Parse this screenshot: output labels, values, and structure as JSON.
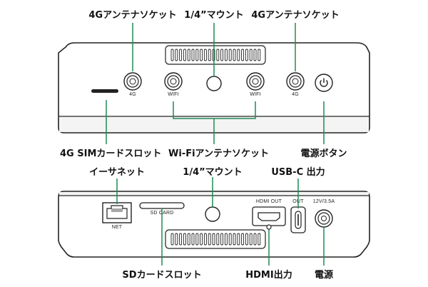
{
  "top_panel": {
    "callouts": {
      "antenna_4g_left": "4Gアンテナソケット",
      "mount_top": "1/4”マウント",
      "antenna_4g_right": "4Gアンテナソケット",
      "sim_slot": "4G SIMカードスロット",
      "wifi_antennas": "Wi-Fiアンテナソケット",
      "power_button": "電源ボタン"
    },
    "port_labels": {
      "left_4g": "4G",
      "wifi_left": "WIFI",
      "wifi_right": "WIFI",
      "right_4g": "4G"
    }
  },
  "bottom_panel": {
    "callouts": {
      "ethernet": "イーサネット",
      "mount_bottom": "1/4”マウント",
      "usb_c": "USB-C 出力",
      "sd_slot": "SDカードスロット",
      "hdmi": "HDMI出力",
      "power_in": "電源"
    },
    "port_labels": {
      "net": "NET",
      "sd_card": "SD CARD",
      "hdmi_out": "HDMI OUT",
      "out": "OUT",
      "power_rating": "12V/3.5A"
    }
  },
  "colors": {
    "callout_line": "#1f8a55",
    "device_outline": "#222222",
    "device_fill": "#ffffff",
    "panel_shade": "#f2f2f2"
  },
  "icons": {
    "power": "power-icon",
    "ethernet": "ethernet-port-icon"
  }
}
